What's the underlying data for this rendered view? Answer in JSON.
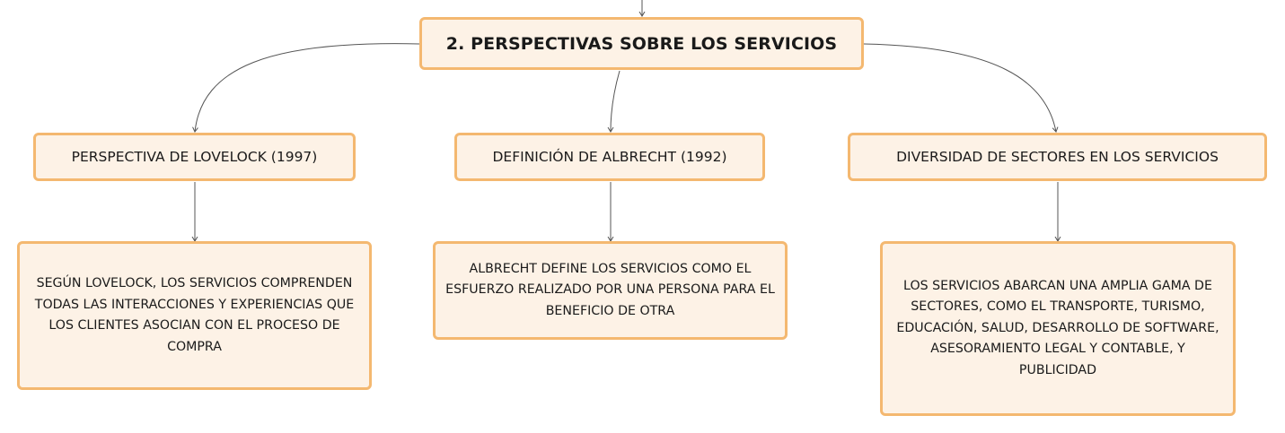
{
  "root": {
    "title": "2. PERSPECTIVAS SOBRE LOS SERVICIOS"
  },
  "branches": [
    {
      "label": "PERSPECTIVA DE LOVELOCK (1997)",
      "detail": "SEGÚN LOVELOCK, LOS SERVICIOS COMPRENDEN TODAS LAS INTERACCIONES Y EXPERIENCIAS QUE LOS CLIENTES ASOCIAN CON EL PROCESO DE COMPRA"
    },
    {
      "label": "DEFINICIÓN DE ALBRECHT (1992)",
      "detail": "ALBRECHT DEFINE LOS SERVICIOS COMO EL ESFUERZO REALIZADO POR UNA PERSONA PARA EL BENEFICIO DE OTRA"
    },
    {
      "label": "DIVERSIDAD DE SECTORES EN LOS SERVICIOS",
      "detail": "LOS SERVICIOS ABARCAN UNA AMPLIA GAMA DE SECTORES, COMO EL TRANSPORTE, TURISMO, EDUCACIÓN, SALUD, DESARROLLO DE SOFTWARE, ASESORAMIENTO LEGAL Y CONTABLE, Y PUBLICIDAD"
    }
  ],
  "colors": {
    "node_fill": "#fdf2e6",
    "node_border": "#f4b870",
    "connector": "#555555"
  }
}
